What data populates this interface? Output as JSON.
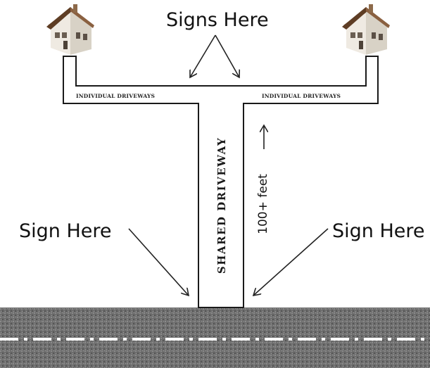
{
  "labels": {
    "signs_here_top": "Signs Here",
    "sign_here_left": "Sign Here",
    "sign_here_right": "Sign Here",
    "individual_driveways_left": "INDIVIDUAL DRIVEWAYS",
    "individual_driveways_right": "INDIVIDUAL DRIVEWAYS",
    "shared_driveway": "SHARED DRIVEWAY",
    "distance": "100+ feet"
  },
  "colors": {
    "road": "#6b6b6b",
    "road_dark": "#4a4a4a",
    "center_line": "#ffffff",
    "driveway_outline": "#1a1a1a",
    "arrow": "#222222",
    "house_roof": "#6e4a2f",
    "house_wall": "#e2ddd3"
  },
  "icons": [
    "house-icon",
    "arrow-icon"
  ]
}
